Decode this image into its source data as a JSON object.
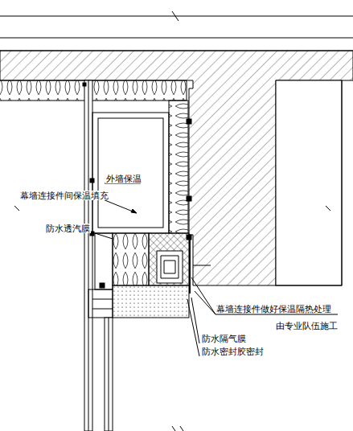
{
  "diagram": {
    "labels": [
      "外墙保温",
      "幕墙连接件间保温填充",
      "防水透汽膜",
      "幕墙连接件做好保温隔热处理",
      "由专业队伍施工",
      "防水隔气膜",
      "防水密封胶密封"
    ]
  }
}
